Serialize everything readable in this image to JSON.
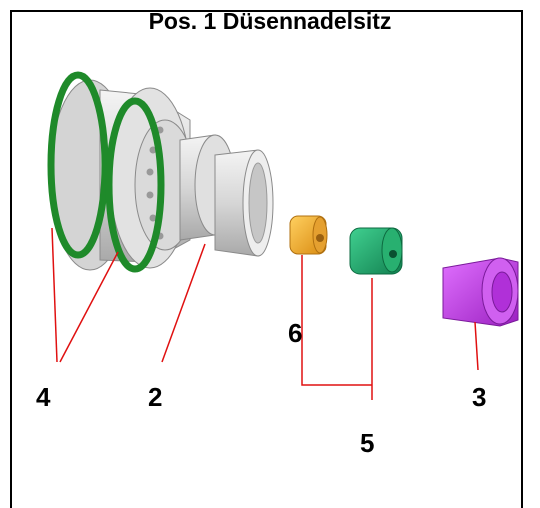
{
  "title": "Pos. 1 Düsennadelsitz",
  "callouts": {
    "c4": "4",
    "c2": "2",
    "c6": "6",
    "c5": "5",
    "c3": "3"
  },
  "colors": {
    "oring_green": "#1f8a2a",
    "orange_part": "#f0a41e",
    "green_part": "#1fa66a",
    "magenta_part": "#c440e0",
    "leader_red": "#e01010"
  }
}
